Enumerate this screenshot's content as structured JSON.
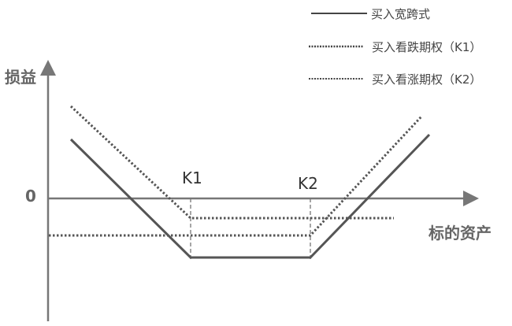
{
  "legend": [
    {
      "label": "买入宽跨式",
      "style": "solid"
    },
    {
      "label": "买入看跌期权（K1）",
      "style": "dotted"
    },
    {
      "label": "买入看涨期权（K2）",
      "style": "dotted"
    }
  ],
  "axes": {
    "y_label": "损益",
    "x_label": "标的资产",
    "zero_label": "0"
  },
  "strikes": {
    "k1": "K1",
    "k2": "K2"
  },
  "colors": {
    "line": "#555555",
    "axis": "#777777"
  }
}
